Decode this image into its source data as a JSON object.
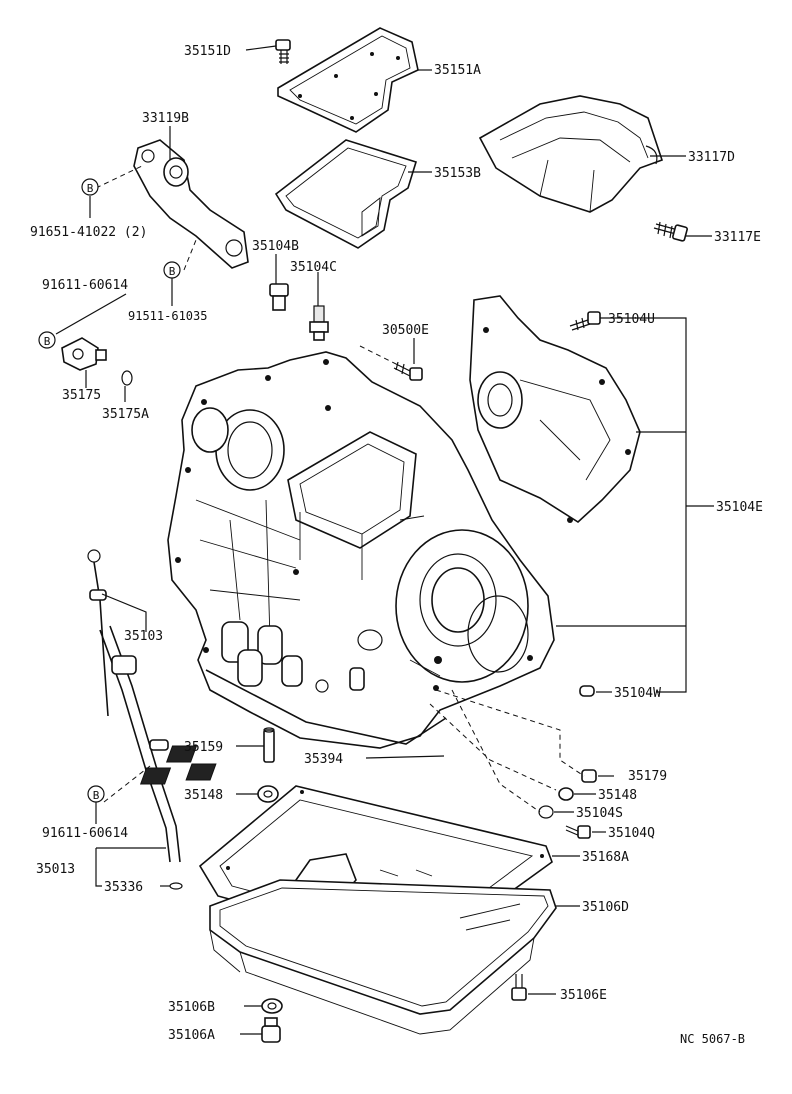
{
  "callouts": {
    "p35151D": "35151D",
    "p35151A": "35151A",
    "p33119B": "33119B",
    "p35153B": "35153B",
    "p33117D": "33117D",
    "p33117E": "33117E",
    "p91651": "91651-41022 (2)",
    "p35104B": "35104B",
    "p35104C": "35104C",
    "p91611a": "91611-60614",
    "p91511": "91511-61035",
    "p35104U": "35104U",
    "p30500E": "30500E",
    "p35175": "35175",
    "p35175A": "35175A",
    "p35104E": "35104E",
    "p35103": "35103",
    "p35104W": "35104W",
    "p35159": "35159",
    "p35394": "35394",
    "p35179": "35179",
    "p35148a": "35148",
    "p35148b": "35148",
    "p35104S": "35104S",
    "p91611b": "91611-60614",
    "p35104Q": "35104Q",
    "p35013": "35013",
    "p35168A": "35168A",
    "p35336": "35336",
    "p35106D": "35106D",
    "p35106B": "35106B",
    "p35106E": "35106E",
    "p35106A": "35106A"
  },
  "badges": {
    "b1": "B",
    "b2": "B",
    "b3": "B",
    "b4": "B"
  },
  "footer": {
    "code": "NC  5067-B"
  }
}
